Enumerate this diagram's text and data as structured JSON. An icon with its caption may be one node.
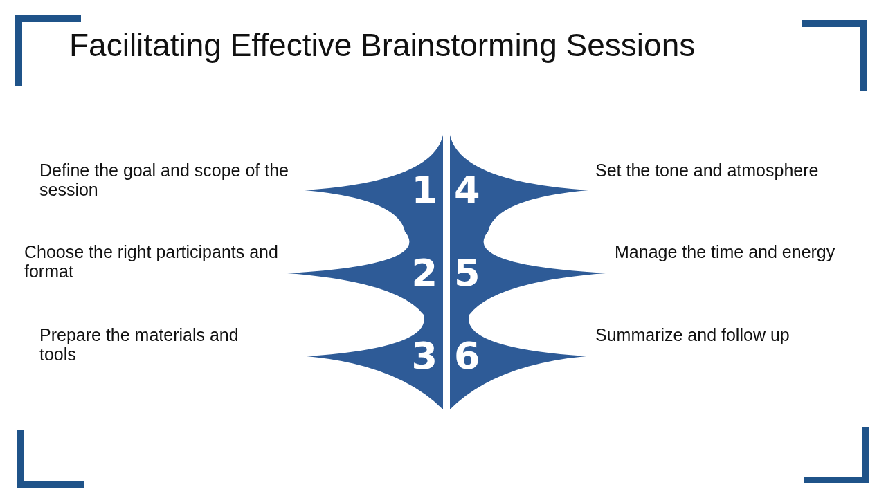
{
  "diagram": {
    "title": "Facilitating Effective Brainstorming Sessions",
    "nodes": [
      {
        "text": [
          "1"
        ],
        "beside": [
          "Define the goal and scope of the session"
        ]
      },
      {
        "text": [
          "2"
        ],
        "beside": [
          "Choose the right participants and format"
        ]
      },
      {
        "text": [
          "3"
        ],
        "beside": [
          "Prepare the materials and tools"
        ]
      },
      {
        "text": [
          "4"
        ],
        "beside": [
          "Set the tone and atmosphere"
        ]
      },
      {
        "text": [
          "5"
        ],
        "beside": [
          "Manage the time and energy"
        ]
      },
      {
        "text": [
          "6"
        ],
        "beside": [
          "Summarize and follow up"
        ]
      }
    ],
    "edges": []
  }
}
